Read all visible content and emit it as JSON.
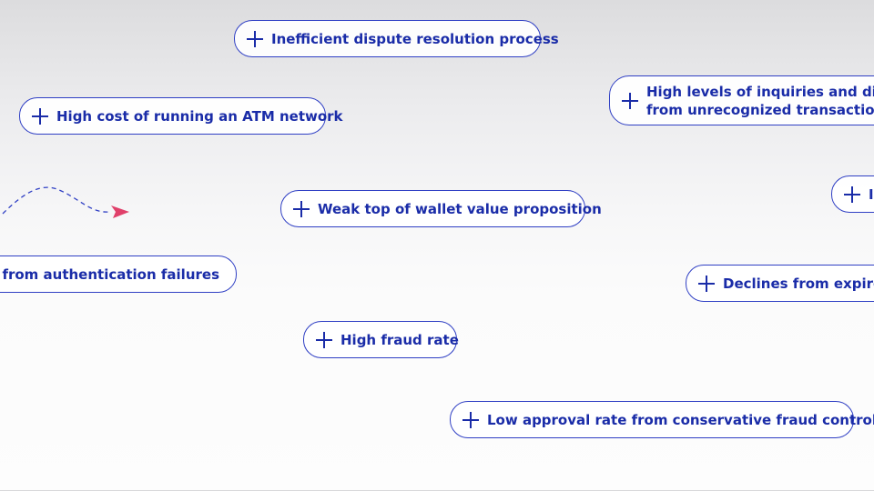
{
  "colors": {
    "accent": "#1a2ca8",
    "border": "#2f3fc4",
    "arrow": "#e0406a",
    "dash": "#2f3fc4"
  },
  "icons": {
    "pill_icon": "plus-icon",
    "path_end": "paper-plane-icon"
  },
  "pills": {
    "dispute": "Inefficient dispute resolution process",
    "atm": "High cost of running an ATM network",
    "inquiries_line1": "High levels of inquiries and dispu",
    "inquiries_line2": "from unrecognized transactions",
    "partial_i": "I",
    "wallet": "Weak top of wallet value proposition",
    "auth": "nes from authentication failures",
    "expired": "Declines from expired",
    "fraud": "High fraud rate",
    "approval": "Low approval rate from conservative fraud controls"
  }
}
